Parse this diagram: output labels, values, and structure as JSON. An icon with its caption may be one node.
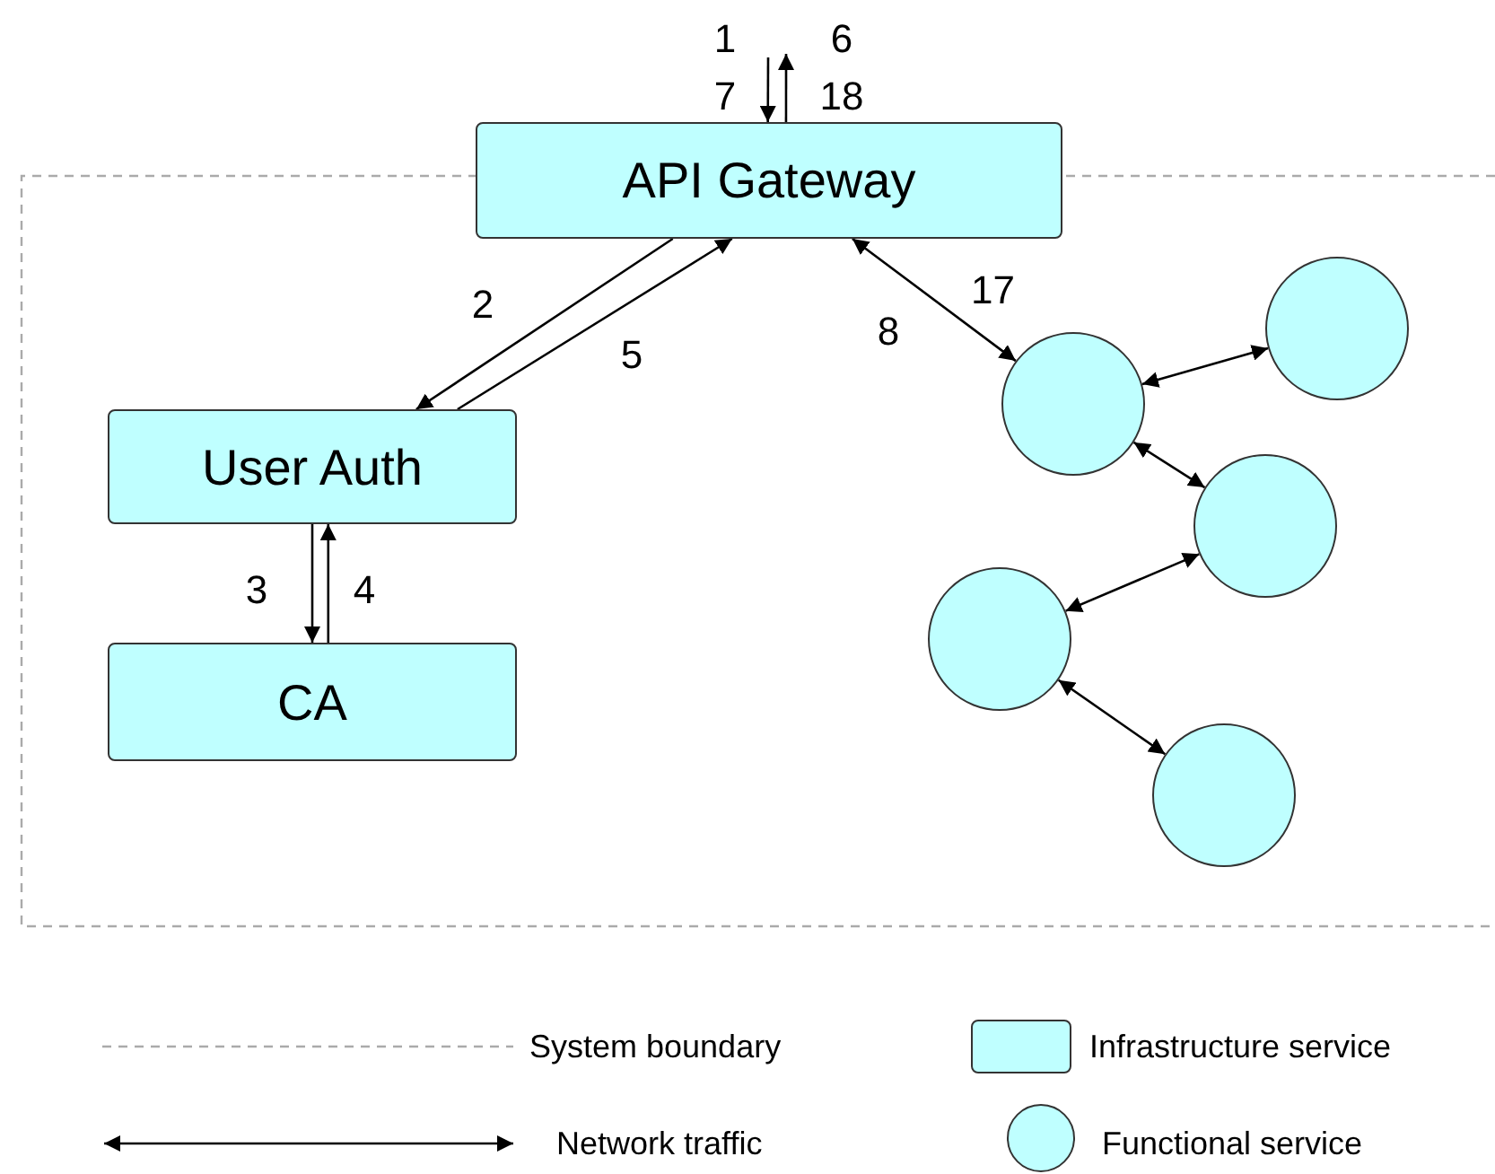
{
  "diagram": {
    "nodes": [
      {
        "text": [
          "API Gateway"
        ]
      },
      {
        "text": [
          "User Auth"
        ]
      },
      {
        "text": [
          "CA"
        ]
      },
      {
        "text": [],
        "shape": "circle"
      },
      {
        "text": [],
        "shape": "circle"
      },
      {
        "text": [],
        "shape": "circle"
      },
      {
        "text": [],
        "shape": "circle"
      },
      {
        "text": [],
        "shape": "circle"
      }
    ],
    "edges": [
      {
        "from": null,
        "to": 0,
        "arrow": "to",
        "label": "1 7"
      },
      {
        "from": 0,
        "to": null,
        "arrow": "to",
        "label": "6 18"
      },
      {
        "from": 0,
        "to": 1,
        "arrow": "to",
        "label": "2"
      },
      {
        "from": 1,
        "to": 0,
        "arrow": "to",
        "label": "5"
      },
      {
        "from": 1,
        "to": 2,
        "arrow": "to",
        "label": "3"
      },
      {
        "from": 2,
        "to": 1,
        "arrow": "to",
        "label": "4"
      },
      {
        "from": 0,
        "to": 3,
        "arrow": "both",
        "label": "8"
      },
      {
        "from": 3,
        "to": 4,
        "arrow": "both"
      },
      {
        "from": 3,
        "to": 5,
        "arrow": "both"
      },
      {
        "from": 5,
        "to": 6,
        "arrow": "both"
      },
      {
        "from": 6,
        "to": 7,
        "arrow": "both"
      }
    ],
    "labels": [
      "17"
    ],
    "legend": [
      {
        "text": "System boundary"
      },
      {
        "text": "Infrastructure service",
        "color": "#bfffff"
      },
      {
        "text": "Network traffic"
      },
      {
        "text": "Functional service",
        "color": "#bfffff"
      }
    ]
  }
}
